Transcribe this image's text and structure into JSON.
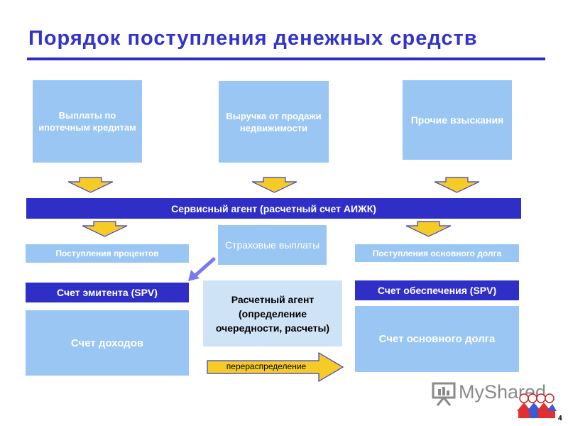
{
  "title": "Порядок поступления денежных средств",
  "sources": {
    "mortgage": "Выплаты по ипотечным кредитам",
    "realestate": "Выручка от продажи недвижимости",
    "other": "Прочие взыскания"
  },
  "service_agent": "Сервисный агент (расчетный счет АИЖК)",
  "interest_receipts": "Поступления процентов",
  "principal_receipts": "Поступления основного долга",
  "insurance": "Страховые выплаты",
  "issuer_account": "Счет эмитента (SPV)",
  "income_account": "Счет доходов",
  "settlement_agent": "Расчетный агент (определение очередности, расчеты)",
  "collateral_account": "Счет обеспечения (SPV)",
  "principal_account": "Счет основного долга",
  "redistribution": "перераспределение",
  "logo": {
    "text": "MyShared"
  },
  "page_number": "4",
  "colors": {
    "title": "#3333cc",
    "dark_box": "#2f2fc8",
    "light_box": "#99c6f2",
    "pale_box": "#cfe3f7",
    "arrow_fill": "#f5cc26",
    "arrow_stroke": "#3a3ad0"
  }
}
